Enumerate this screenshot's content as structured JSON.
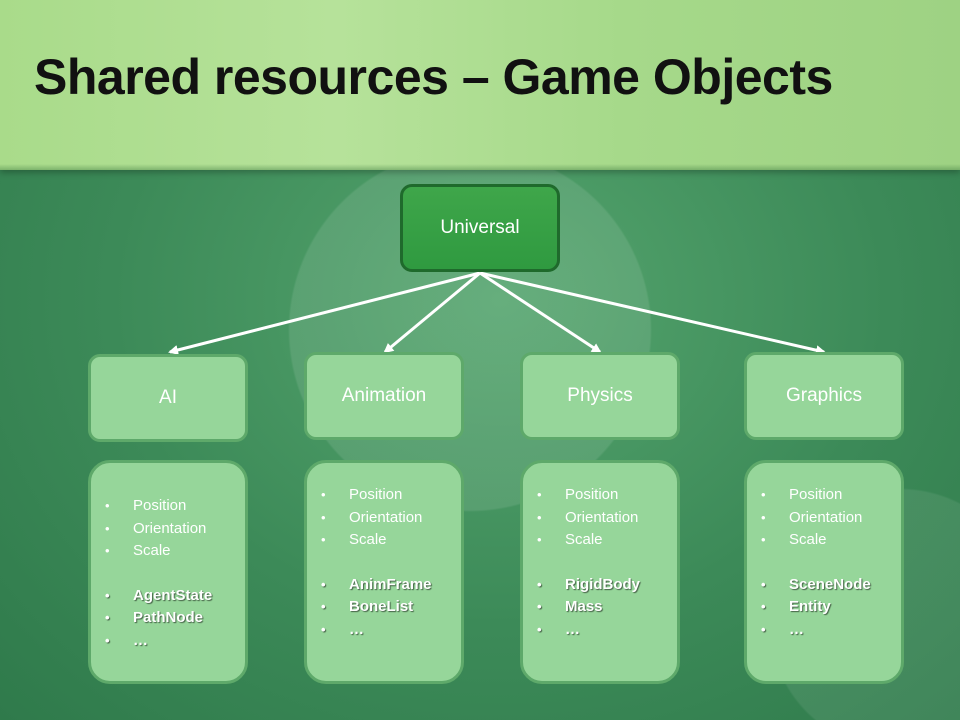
{
  "title": "Shared resources – Game Objects",
  "root": {
    "label": "Universal"
  },
  "categories": [
    {
      "label": "AI",
      "common": [
        "Position",
        "Orientation",
        "Scale"
      ],
      "specific": [
        "AgentState",
        "PathNode",
        "…"
      ]
    },
    {
      "label": "Animation",
      "common": [
        "Position",
        "Orientation",
        "Scale"
      ],
      "specific": [
        "AnimFrame",
        "BoneList",
        "…"
      ]
    },
    {
      "label": "Physics",
      "common": [
        "Position",
        "Orientation",
        "Scale"
      ],
      "specific": [
        "RigidBody",
        "Mass",
        "…"
      ]
    },
    {
      "label": "Graphics",
      "common": [
        "Position",
        "Orientation",
        "Scale"
      ],
      "specific": [
        "SceneNode",
        "Entity",
        "…"
      ]
    }
  ],
  "colors": {
    "root_fill": "#2f9a40",
    "node_fill": "#96d69a",
    "title_band": "#b6e29a",
    "arrow": "#ffffff"
  }
}
